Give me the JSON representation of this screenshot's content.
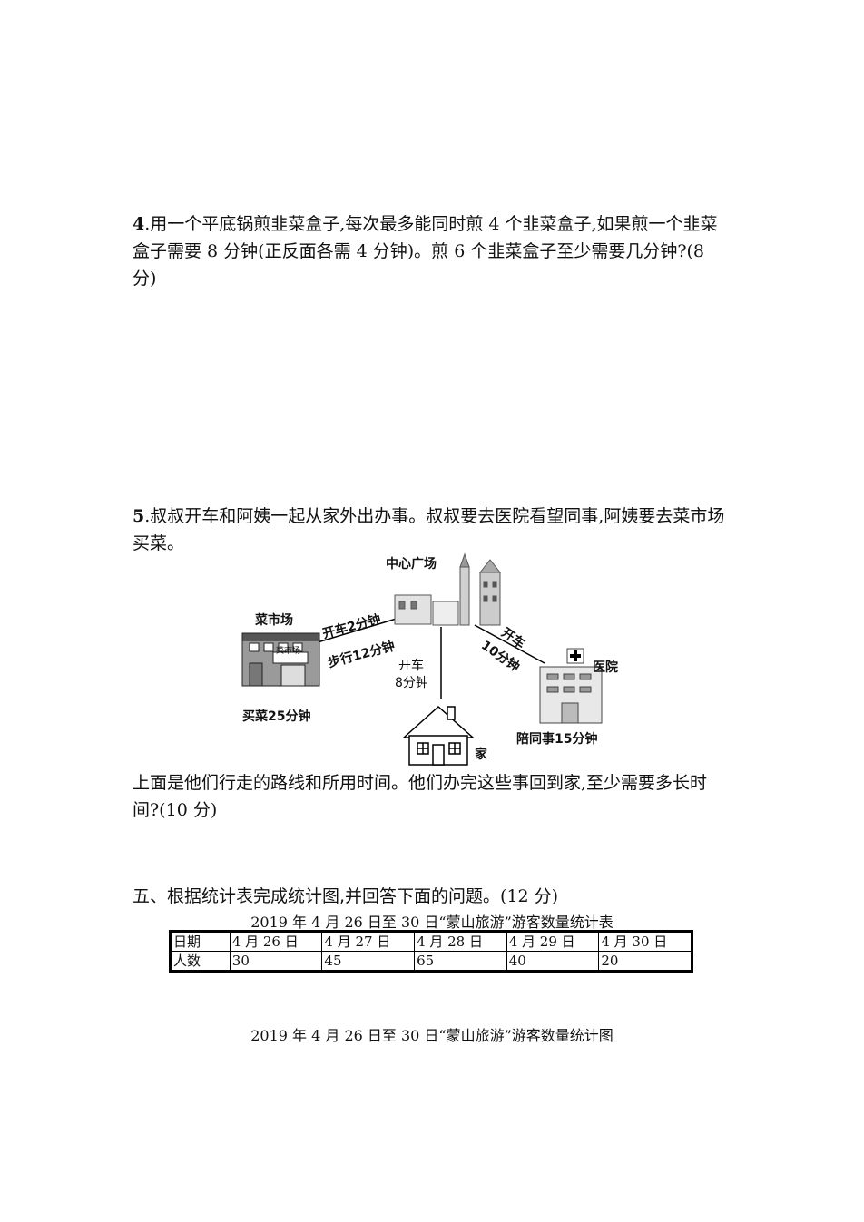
{
  "question4": {
    "number": "4",
    "text": ".用一个平底锅煎韭菜盒子,每次最多能同时煎 4 个韭菜盒子,如果煎一个韭菜盒子需要 8 分钟(正反面各需 4 分钟)。煎 6 个韭菜盒子至少需要几分钟?(8 分)"
  },
  "question5": {
    "number": "5",
    "text": ".叔叔开车和阿姨一起从家外出办事。叔叔要去医院看望同事,阿姨要去菜市场买菜。",
    "followup": "上面是他们行走的路线和所用时间。他们办完这些事回到家,至少需要多长时间?(10 分)"
  },
  "diagram": {
    "center_plaza": "中心广场",
    "market": "菜市场",
    "market_sign": "菜市场",
    "hospital": "医院",
    "home": "家",
    "route_market_drive": "开车2分钟",
    "route_market_walk": "步行12分钟",
    "route_home_line1": "开车",
    "route_home_line2": "8分钟",
    "route_hospital_line1": "开车",
    "route_hospital_line2": "10分钟",
    "market_task": "买菜25分钟",
    "hospital_task": "陪同事15分钟"
  },
  "section5": {
    "title": "五、根据统计表完成统计图,并回答下面的问题。",
    "score": "(12 分)"
  },
  "table": {
    "caption": "2019 年 4 月 26 日至 30 日“蒙山旅游”游客数量统计表",
    "header": [
      "日期",
      "4 月 26 日",
      "4 月 27 日",
      "4 月 28 日",
      "4 月 29 日",
      "4 月 30 日"
    ],
    "row": [
      "人数",
      "30",
      "45",
      "65",
      "40",
      "20"
    ]
  },
  "chart": {
    "caption": "2019 年 4 月 26 日至 30 日“蒙山旅游”游客数量统计图"
  }
}
